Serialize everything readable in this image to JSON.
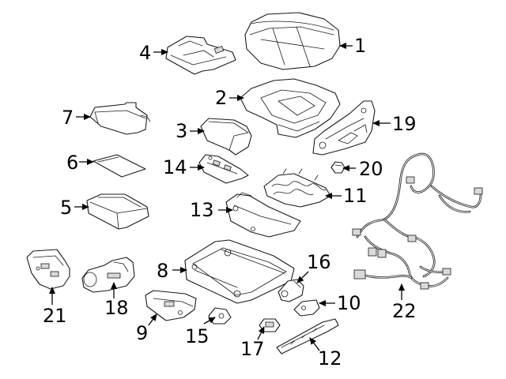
{
  "callouts": {
    "c1": "1",
    "c2": "2",
    "c3": "3",
    "c4": "4",
    "c5": "5",
    "c6": "6",
    "c7": "7",
    "c8": "8",
    "c9": "9",
    "c10": "10",
    "c11": "11",
    "c12": "12",
    "c13": "13",
    "c14": "14",
    "c15": "15",
    "c16": "16",
    "c17": "17",
    "c18": "18",
    "c19": "19",
    "c20": "20",
    "c21": "21",
    "c22": "22"
  },
  "colors": {
    "line": "#1a1a1a",
    "background": "#ffffff",
    "callout_text": "#000000"
  }
}
